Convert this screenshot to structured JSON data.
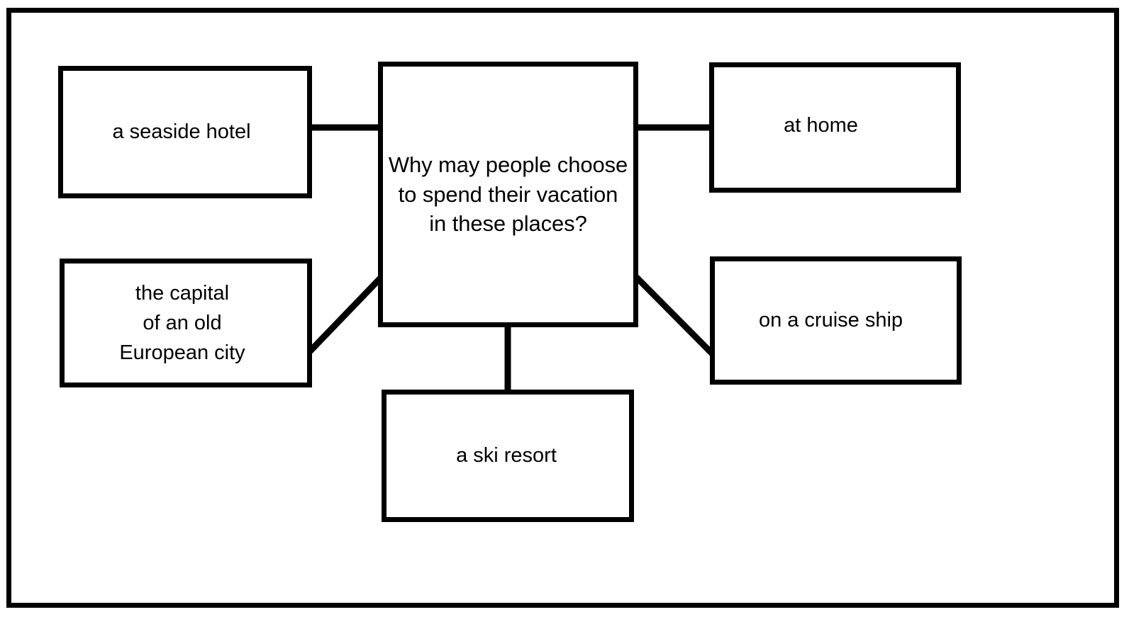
{
  "diagram": {
    "title": "Why may people choose to spend their vacation in these places?",
    "frame_color": "#000000",
    "box_fill": "#ffffff",
    "text_color": "#000000",
    "center": {
      "id": "center",
      "label": "Why may people choose\nto spend their vacation\nin these places?"
    },
    "nodes": [
      {
        "id": "seaside",
        "label": "a seaside hotel",
        "position": "top-left"
      },
      {
        "id": "capital",
        "label": "the capital\nof an old\nEuropean city",
        "position": "bottom-left"
      },
      {
        "id": "athome",
        "label": "at home",
        "position": "top-right"
      },
      {
        "id": "cruise",
        "label": "on a cruise ship",
        "position": "bottom-right"
      },
      {
        "id": "ski",
        "label": "a ski resort",
        "position": "bottom-center"
      }
    ],
    "connectors": [
      {
        "id": "center-to-seaside",
        "from": "center",
        "to": "seaside",
        "style": "horizontal"
      },
      {
        "id": "center-to-athome",
        "from": "center",
        "to": "athome",
        "style": "horizontal"
      },
      {
        "id": "center-to-capital",
        "from": "center",
        "to": "capital",
        "style": "diagonal"
      },
      {
        "id": "center-to-cruise",
        "from": "center",
        "to": "cruise",
        "style": "diagonal"
      },
      {
        "id": "center-to-ski",
        "from": "center",
        "to": "ski",
        "style": "vertical"
      }
    ]
  }
}
